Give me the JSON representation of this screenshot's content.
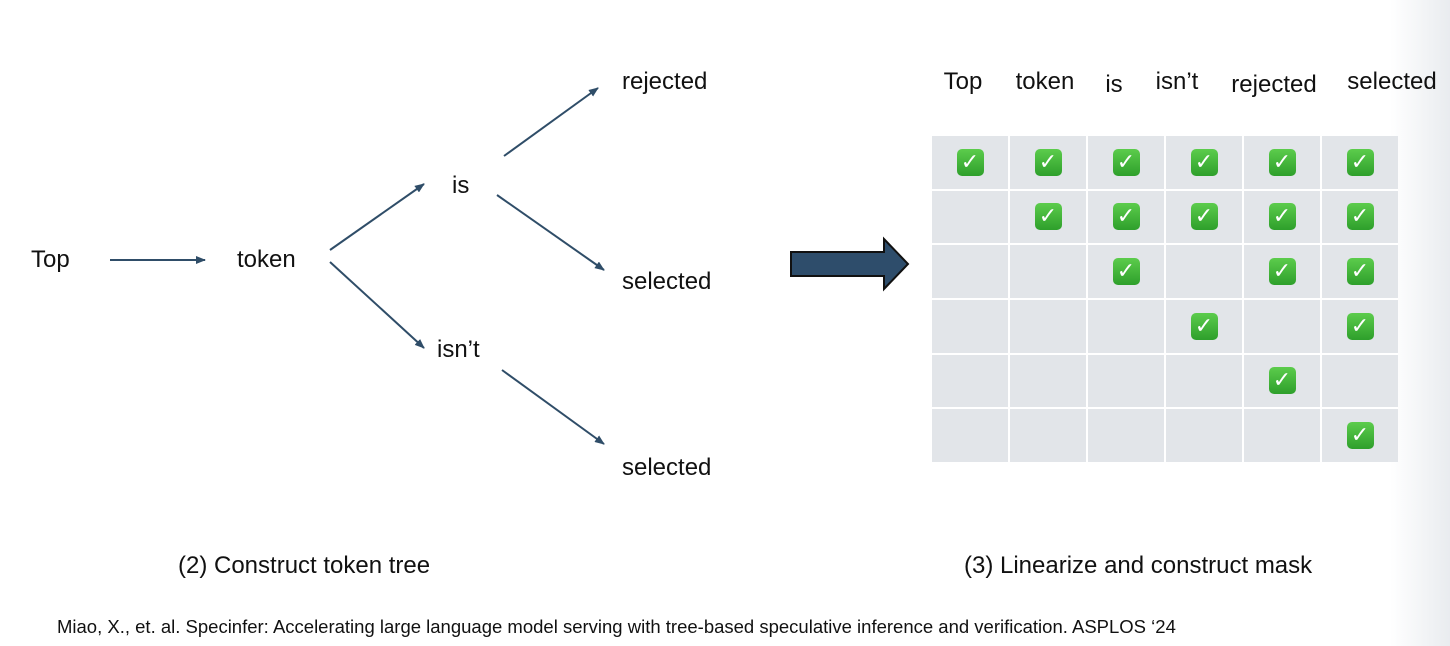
{
  "colors": {
    "tree_arrow": "#2f4d68",
    "big_arrow_fill": "#2e4d6b",
    "big_arrow_stroke": "#111111",
    "grid_cell": "#e2e5e9",
    "check_green": "#3db33a"
  },
  "tree": {
    "nodes": {
      "top": "Top",
      "token": "token",
      "is": "is",
      "isnt": "isn’t",
      "rejected": "rejected",
      "selected_a": "selected",
      "selected_b": "selected"
    }
  },
  "mask": {
    "columns": [
      "Top",
      "token",
      "is",
      "isn’t",
      "rejected",
      "selected"
    ],
    "icon": "check-mark-icon",
    "check_glyph": "✓",
    "rows": [
      [
        1,
        1,
        1,
        1,
        1,
        1
      ],
      [
        0,
        1,
        1,
        1,
        1,
        1
      ],
      [
        0,
        0,
        1,
        0,
        1,
        1
      ],
      [
        0,
        0,
        0,
        1,
        0,
        1
      ],
      [
        0,
        0,
        0,
        0,
        1,
        0
      ],
      [
        0,
        0,
        0,
        0,
        0,
        1
      ]
    ]
  },
  "captions": {
    "left": "(2) Construct token tree",
    "right": "(3) Linearize and construct mask"
  },
  "citation": "Miao, X., et. al. Specinfer: Accelerating large language model serving with tree-based speculative inference and verification. ASPLOS ‘24"
}
